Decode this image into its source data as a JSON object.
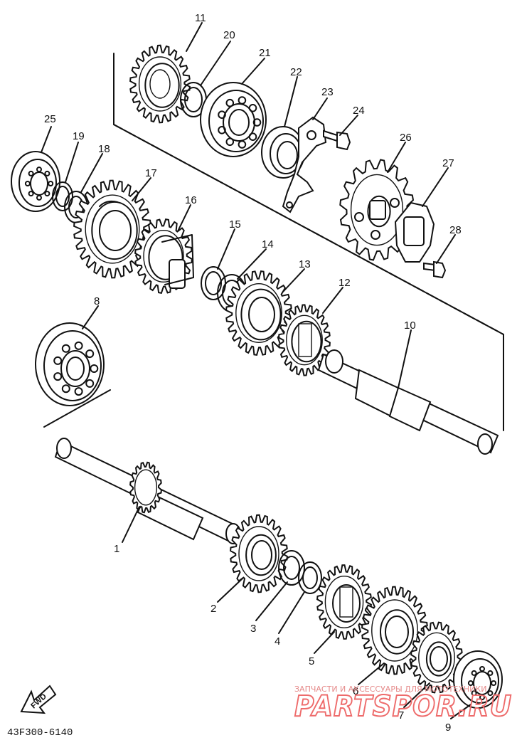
{
  "diagram": {
    "parts": [
      {
        "id": "part-1",
        "label": "1"
      },
      {
        "id": "part-2",
        "label": "2"
      },
      {
        "id": "part-3",
        "label": "3"
      },
      {
        "id": "part-4",
        "label": "4"
      },
      {
        "id": "part-5",
        "label": "5"
      },
      {
        "id": "part-6",
        "label": "6"
      },
      {
        "id": "part-7",
        "label": "7"
      },
      {
        "id": "part-8",
        "label": "8"
      },
      {
        "id": "part-9",
        "label": "9"
      },
      {
        "id": "part-10",
        "label": "10"
      },
      {
        "id": "part-11",
        "label": "11"
      },
      {
        "id": "part-12",
        "label": "12"
      },
      {
        "id": "part-13",
        "label": "13"
      },
      {
        "id": "part-14",
        "label": "14"
      },
      {
        "id": "part-15",
        "label": "15"
      },
      {
        "id": "part-16",
        "label": "16"
      },
      {
        "id": "part-17",
        "label": "17"
      },
      {
        "id": "part-18",
        "label": "18"
      },
      {
        "id": "part-19",
        "label": "19"
      },
      {
        "id": "part-20",
        "label": "20"
      },
      {
        "id": "part-21",
        "label": "21"
      },
      {
        "id": "part-22",
        "label": "22"
      },
      {
        "id": "part-23",
        "label": "23"
      },
      {
        "id": "part-24",
        "label": "24"
      },
      {
        "id": "part-25",
        "label": "25"
      },
      {
        "id": "part-26",
        "label": "26"
      },
      {
        "id": "part-27",
        "label": "27"
      },
      {
        "id": "part-28",
        "label": "28"
      }
    ],
    "fwd_label": "FWD",
    "part_code": "43F300-6140",
    "watermark": {
      "line1": "ЗАПЧАСТИ И АКСЕССУАРЫ ДЛЯ МОТОТЕХНИКИ",
      "line2": "PARTSPOR.RU",
      "color": "#ee6b6b"
    }
  }
}
